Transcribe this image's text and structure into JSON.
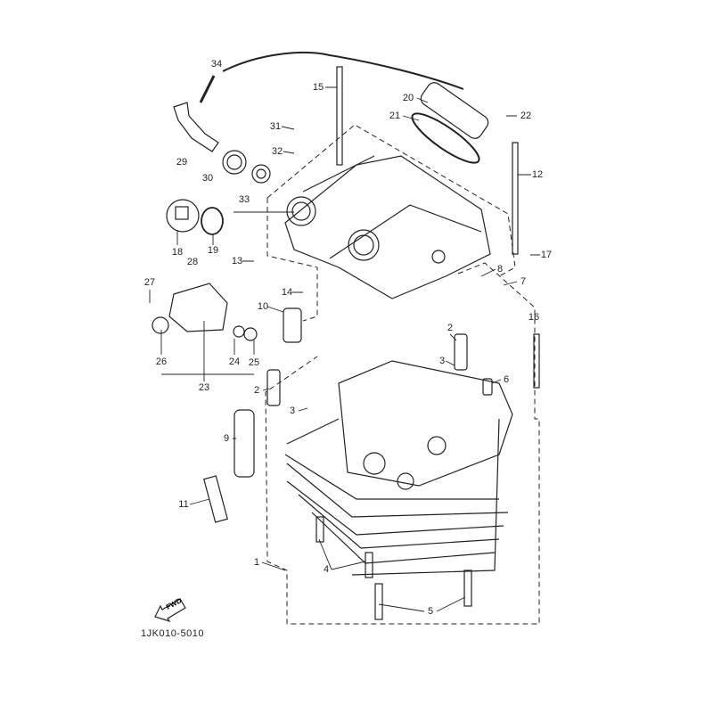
{
  "diagram": {
    "title_code": "1JK010-5010",
    "fwd_label": "FWD",
    "ink_color": "#222222",
    "callouts": [
      "34",
      "15",
      "20",
      "21",
      "22",
      "31",
      "32",
      "12",
      "29",
      "30",
      "33",
      "18",
      "19",
      "28",
      "13",
      "17",
      "8",
      "7",
      "27",
      "14",
      "10",
      "16",
      "2",
      "3",
      "6",
      "26",
      "24",
      "25",
      "23",
      "2",
      "3",
      "9",
      "11",
      "1",
      "4",
      "5"
    ]
  }
}
